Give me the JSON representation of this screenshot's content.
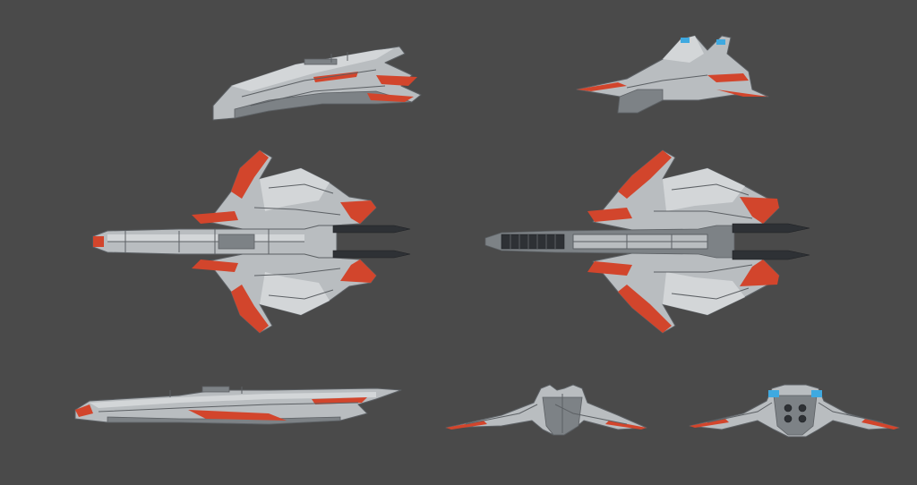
{
  "sheet": {
    "background": "#4a4a4a",
    "views": [
      {
        "name": "perspective-view-left"
      },
      {
        "name": "perspective-view-right"
      },
      {
        "name": "top-view"
      },
      {
        "name": "bottom-view"
      },
      {
        "name": "side-view"
      },
      {
        "name": "front-view"
      },
      {
        "name": "rear-view"
      }
    ]
  },
  "colors": {
    "hull": "#b9bdc0",
    "hull_light": "#d3d6d8",
    "hull_dark": "#7d8286",
    "panel_line": "#5c6064",
    "accent": "#d2452c",
    "engine_glow": "#3fa9e0",
    "thruster": "#2e3135"
  }
}
